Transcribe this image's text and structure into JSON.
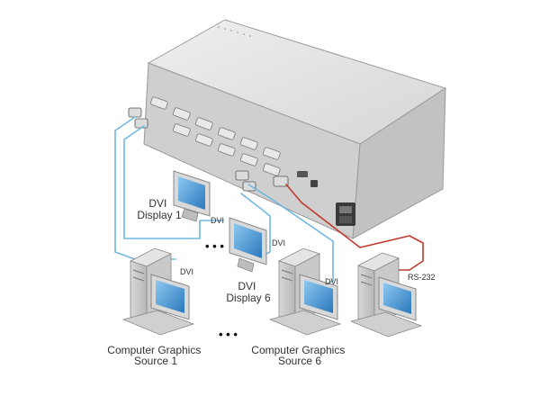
{
  "labels": {
    "dvi_display_1": [
      "DVI",
      "Display 1"
    ],
    "dvi_display_6": [
      "DVI",
      "Display 6"
    ],
    "source_1": [
      "Computer Graphics",
      "Source 1"
    ],
    "source_6": [
      "Computer Graphics",
      "Source 6"
    ],
    "cable_dvi": "DVI",
    "cable_rs232": "RS-232",
    "ellipsis": "• • •"
  },
  "colors": {
    "dvi_cable": "#6fb8e0",
    "rs232_cable": "#c0392b",
    "chassis_top": "#e3e3e3",
    "chassis_front": "#cfcfcf",
    "monitor_screen": "#3c8fd0"
  },
  "icons": [
    "matrix-switcher-icon",
    "dvi-monitor-icon",
    "computer-tower-icon",
    "keyboard-icon",
    "dvi-connector-icon",
    "power-socket-icon"
  ]
}
